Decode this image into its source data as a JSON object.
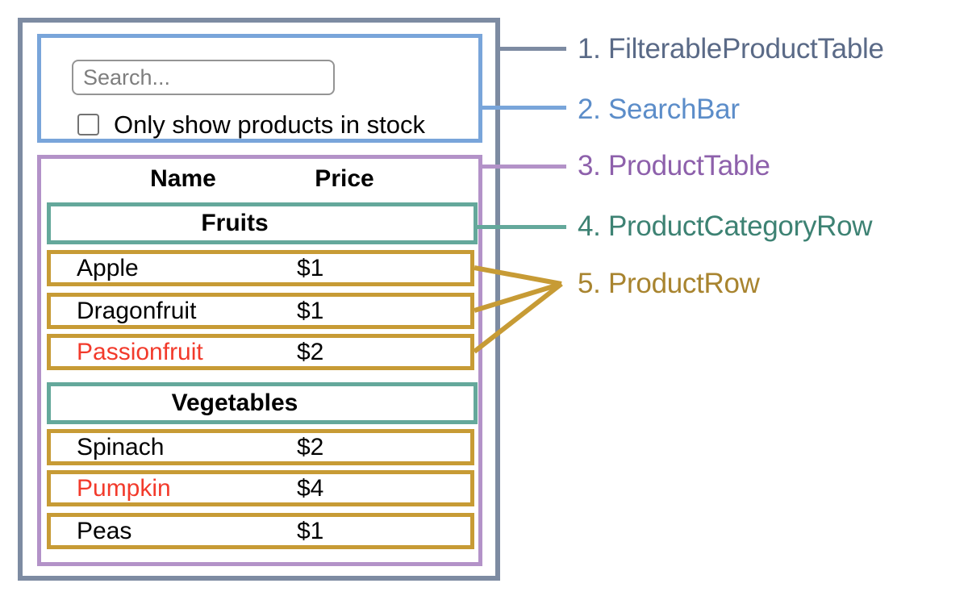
{
  "colors": {
    "box1": "#7d8ba2",
    "box2": "#79a5da",
    "box3": "#b392c8",
    "box4": "#64a89b",
    "box5": "#c79b35",
    "text1": "#5a6a87",
    "text2": "#5c8dc9",
    "text3": "#8d60ab",
    "text4": "#3d8273",
    "text5": "#a8842f",
    "red": "#f23a2b"
  },
  "search_bar": {
    "search_placeholder": "Search...",
    "checkbox_label": "Only show products in stock",
    "checkbox_checked": false
  },
  "product_table": {
    "columns": [
      "Name",
      "Price"
    ],
    "groups": [
      {
        "category": "Fruits",
        "rows": [
          {
            "name": "Apple",
            "price": "$1",
            "in_stock": true
          },
          {
            "name": "Dragonfruit",
            "price": "$1",
            "in_stock": true
          },
          {
            "name": "Passionfruit",
            "price": "$2",
            "in_stock": false
          }
        ]
      },
      {
        "category": "Vegetables",
        "rows": [
          {
            "name": "Spinach",
            "price": "$2",
            "in_stock": true
          },
          {
            "name": "Pumpkin",
            "price": "$4",
            "in_stock": false
          },
          {
            "name": "Peas",
            "price": "$1",
            "in_stock": true
          }
        ]
      }
    ]
  },
  "legend": [
    {
      "label": "1. FilterableProductTable"
    },
    {
      "label": "2. SearchBar"
    },
    {
      "label": "3. ProductTable"
    },
    {
      "label": "4. ProductCategoryRow"
    },
    {
      "label": "5. ProductRow"
    }
  ]
}
